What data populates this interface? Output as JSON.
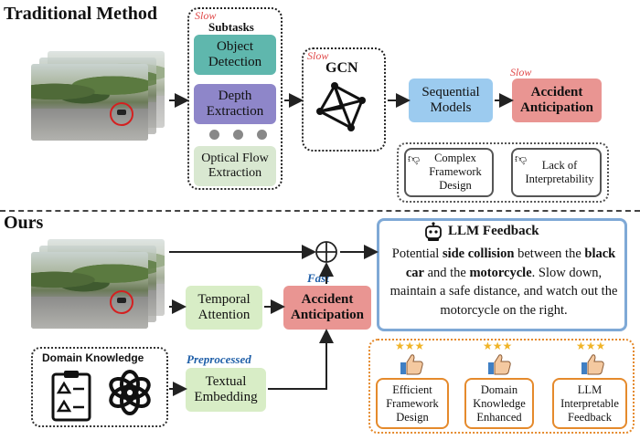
{
  "traditional": {
    "title": "Traditional Method",
    "slow_tag": "Slow",
    "subtasks_title": "Subtasks",
    "subtasks": [
      "Object Detection",
      "Depth Extraction",
      "Optical Flow Extraction"
    ],
    "gcn_label": "GCN",
    "sequential_label": "Sequential Models",
    "anticipation_label": "Accident Anticipation",
    "cons": [
      "Complex Framework Design",
      "Lack of Interpretability"
    ]
  },
  "ours": {
    "title": "Ours",
    "temporal_label": "Temporal Attention",
    "fast_tag": "Fast",
    "anticipation_label": "Accident Anticipation",
    "preprocessed_tag": "Preprocessed",
    "domain_knowledge_title": "Domain Knowledge",
    "textual_label": "Textual Embedding",
    "llm_title": "LLM Feedback",
    "llm_text_parts": [
      "Potential ",
      "side collision",
      " between the ",
      "black car",
      " and the ",
      "motorcycle",
      ". Slow down, maintain a safe distance, and watch out the motorcycle on the right."
    ],
    "benefits": [
      "Efficient Framework Design",
      "Domain Knowledge Enhanced",
      "LLM Interpretable Feedback"
    ]
  },
  "colors": {
    "subtask_obj": "#5fb7ad",
    "subtask_depth": "#8e86c9",
    "subtask_flow": "#d9e8d1",
    "sequential": "#9ccbef",
    "anticipation": "#e99592",
    "temporal": "#d8edc6",
    "textual": "#d8edc6",
    "llm_border": "#7fa9d6",
    "benefit_border": "#e58a2c"
  }
}
